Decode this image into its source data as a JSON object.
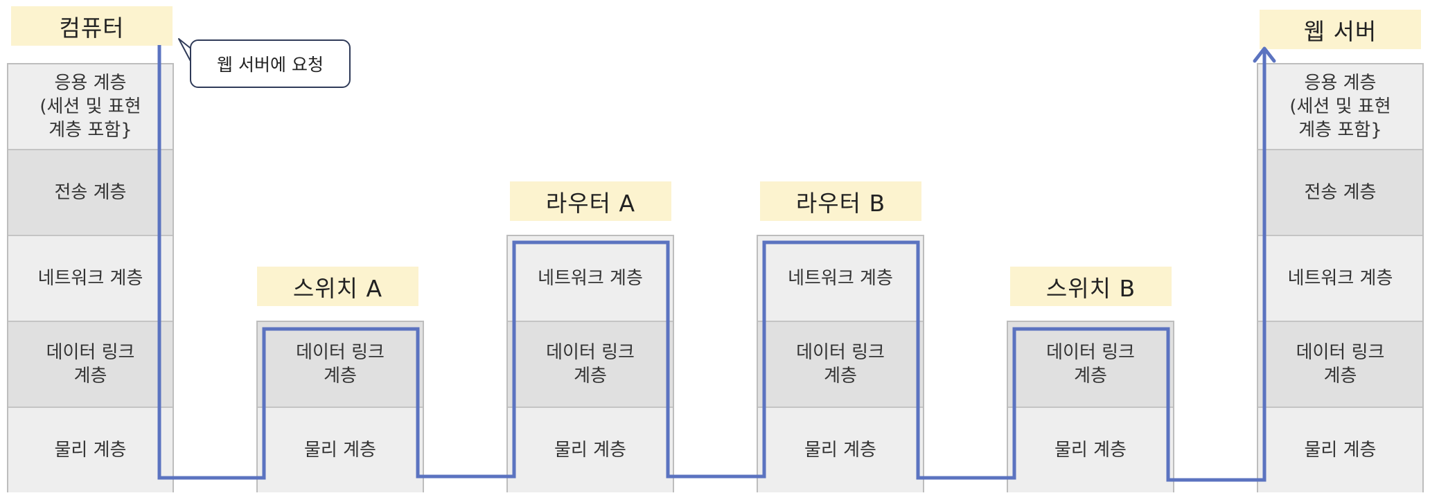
{
  "nodes": [
    {
      "id": "computer",
      "label": "컴퓨터"
    },
    {
      "id": "switch-a",
      "label": "스위치 A"
    },
    {
      "id": "router-a",
      "label": "라우터 A"
    },
    {
      "id": "router-b",
      "label": "라우터 B"
    },
    {
      "id": "switch-b",
      "label": "스위치 B"
    },
    {
      "id": "web-server",
      "label": "웹 서버"
    }
  ],
  "layers": {
    "application": "응용 계층\n(세션 및 표현\n계층 포함}",
    "transport": "전송 계층",
    "network": "네트워크 계층",
    "datalink": "데이터 링크\n계층",
    "physical": "물리 계층"
  },
  "callout": {
    "text": "웹 서버에 요청"
  },
  "colors": {
    "path": "#5b73c0",
    "label_bg": "#fcf3cf",
    "layer_light": "#eeeeee",
    "layer_dark": "#e0e0e0"
  }
}
